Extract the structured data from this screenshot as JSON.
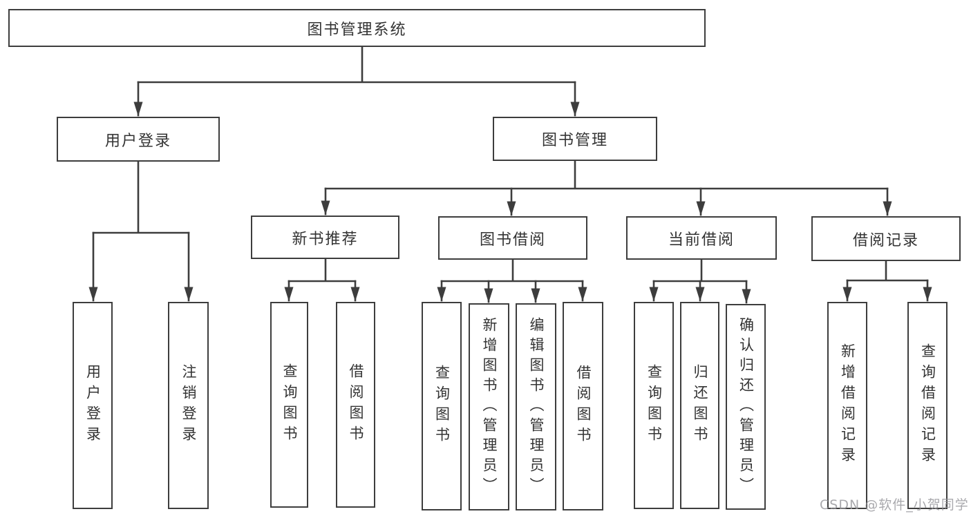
{
  "diagram_type": "hierarchy-tree",
  "tree": {
    "label": "图书管理系统",
    "children": [
      {
        "label": "用户登录",
        "children": [
          {
            "label": "用户登录"
          },
          {
            "label": "注销登录"
          }
        ]
      },
      {
        "label": "图书管理",
        "children": [
          {
            "label": "新书推荐",
            "children": [
              {
                "label": "查询图书"
              },
              {
                "label": "借阅图书"
              }
            ]
          },
          {
            "label": "图书借阅",
            "children": [
              {
                "label": "查询图书"
              },
              {
                "label": "新增图书（管理员）"
              },
              {
                "label": "编辑图书（管理员）"
              },
              {
                "label": "借阅图书"
              }
            ]
          },
          {
            "label": "当前借阅",
            "children": [
              {
                "label": "查询图书"
              },
              {
                "label": "归还图书"
              },
              {
                "label": "确认归还（管理员）"
              }
            ]
          },
          {
            "label": "借阅记录",
            "children": [
              {
                "label": "新增借阅记录"
              },
              {
                "label": "查询借阅记录"
              }
            ]
          }
        ]
      }
    ]
  },
  "watermark": {
    "text": "CSDN @软件_小贺同学"
  },
  "colors": {
    "line": "#3d3d3d",
    "box_border": "#3d3d3d",
    "box_fill": "#ffffff",
    "text": "#333333",
    "watermark": "#96969b",
    "background": "#ffffff"
  }
}
